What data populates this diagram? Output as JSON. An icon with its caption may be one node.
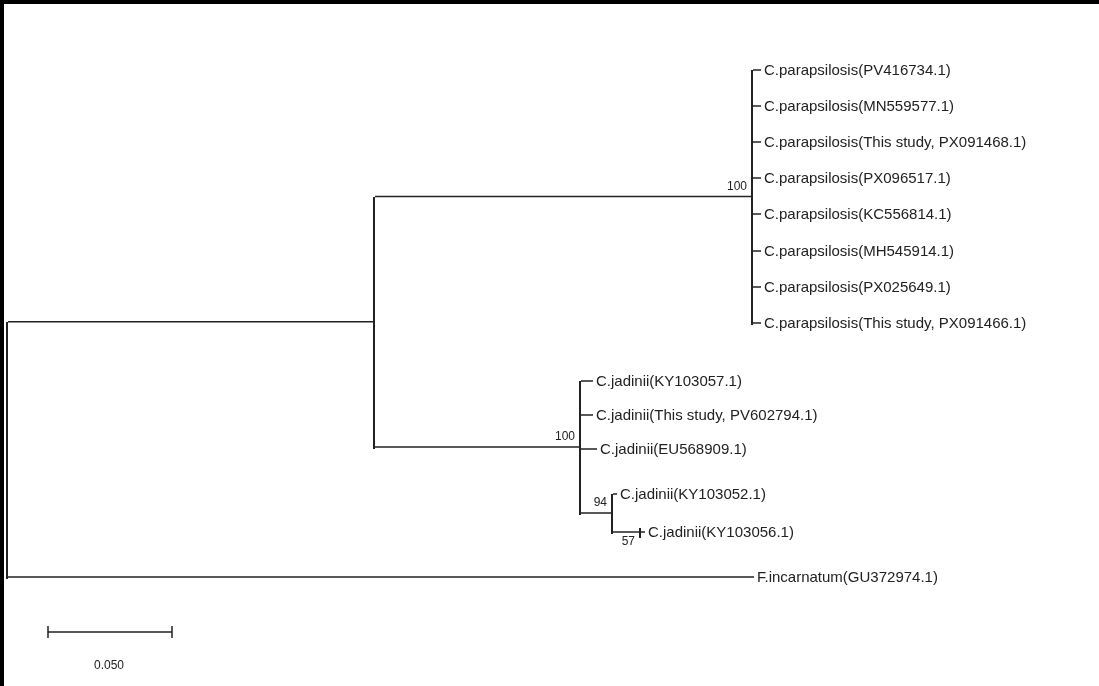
{
  "diagram": {
    "nodes": [
      {
        "text": [],
        "shape": "bar"
      },
      {
        "text": [],
        "shape": "bar"
      },
      {
        "text": [],
        "shape": "bar",
        "beside": [
          "100"
        ]
      },
      {
        "text": [
          "C.parapsilosis(PV416734.1)"
        ]
      },
      {
        "text": [
          "C.parapsilosis(MN559577.1)"
        ]
      },
      {
        "text": [
          "C.parapsilosis(This study, PX091468.1)"
        ]
      },
      {
        "text": [
          "C.parapsilosis(PX096517.1)"
        ]
      },
      {
        "text": [
          "C.parapsilosis(KC556814.1)"
        ]
      },
      {
        "text": [
          "C.parapsilosis(MH545914.1)"
        ]
      },
      {
        "text": [
          "C.parapsilosis(PX025649.1)"
        ]
      },
      {
        "text": [
          "C.parapsilosis(This study, PX091466.1)"
        ]
      },
      {
        "text": [],
        "shape": "bar",
        "beside": [
          "100"
        ]
      },
      {
        "text": [
          "C.jadinii(KY103057.1)"
        ]
      },
      {
        "text": [
          "C.jadinii(This study, PV602794.1)"
        ]
      },
      {
        "text": [
          "C.jadinii(EU568909.1)"
        ]
      },
      {
        "text": [],
        "shape": "bar",
        "beside": [
          "94"
        ]
      },
      {
        "text": [
          "C.jadinii(KY103052.1)"
        ]
      },
      {
        "text": [],
        "shape": "bar",
        "beside": [
          "57"
        ]
      },
      {
        "text": [
          "C.jadinii(KY103056.1)"
        ]
      },
      {
        "text": [
          "F.incarnatum(GU372974.1)"
        ]
      }
    ],
    "edges": [
      {
        "from": 0,
        "to": 1,
        "arrow": "none"
      },
      {
        "from": 1,
        "to": 2,
        "arrow": "none"
      },
      {
        "from": 2,
        "to": 3,
        "arrow": "none"
      },
      {
        "from": 2,
        "to": 4,
        "arrow": "none"
      },
      {
        "from": 2,
        "to": 5,
        "arrow": "none"
      },
      {
        "from": 2,
        "to": 6,
        "arrow": "none"
      },
      {
        "from": 2,
        "to": 7,
        "arrow": "none"
      },
      {
        "from": 2,
        "to": 8,
        "arrow": "none"
      },
      {
        "from": 2,
        "to": 9,
        "arrow": "none"
      },
      {
        "from": 2,
        "to": 10,
        "arrow": "none"
      },
      {
        "from": 1,
        "to": 11,
        "arrow": "none"
      },
      {
        "from": 11,
        "to": 12,
        "arrow": "none"
      },
      {
        "from": 11,
        "to": 13,
        "arrow": "none"
      },
      {
        "from": 11,
        "to": 14,
        "arrow": "none"
      },
      {
        "from": 11,
        "to": 15,
        "arrow": "none"
      },
      {
        "from": 15,
        "to": 16,
        "arrow": "none"
      },
      {
        "from": 15,
        "to": 17,
        "arrow": "none"
      },
      {
        "from": 17,
        "to": 18,
        "arrow": "none"
      },
      {
        "from": 0,
        "to": 19,
        "arrow": "none"
      }
    ],
    "labels": [
      "0.050"
    ]
  }
}
